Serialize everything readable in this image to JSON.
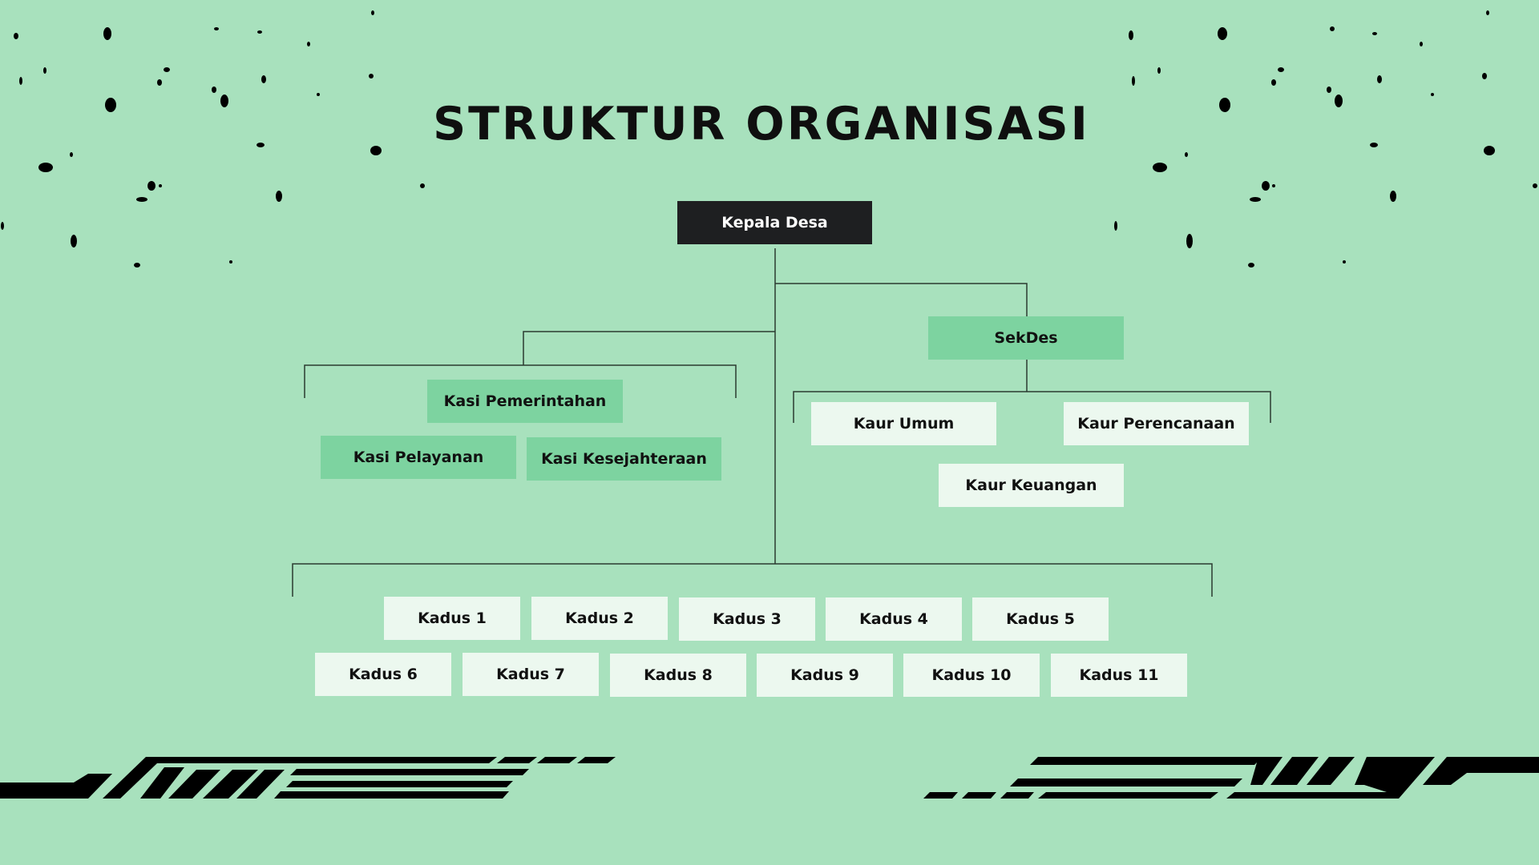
{
  "title": "STRUKTUR ORGANISASI",
  "colors": {
    "background": "#a8e1bd",
    "head_box": "#1e1f21",
    "section_box": "#7dd3a0",
    "staff_box": "#ecf8ef",
    "lines": "#2a3a30",
    "decoration": "#000000"
  },
  "org": {
    "head": "Kepala Desa",
    "secretary": "SekDes",
    "kasi": {
      "pemerintahan": "Kasi Pemerintahan",
      "pelayanan": "Kasi Pelayanan",
      "kesejahteraan": "Kasi Kesejahteraan"
    },
    "kaur": {
      "umum": "Kaur Umum",
      "perencanaan": "Kaur Perencanaan",
      "keuangan": "Kaur Keuangan"
    },
    "kadus": [
      "Kadus 1",
      "Kadus 2",
      "Kadus 3",
      "Kadus 4",
      "Kadus 5",
      "Kadus 6",
      "Kadus 7",
      "Kadus 8",
      "Kadus 9",
      "Kadus 10",
      "Kadus 11"
    ]
  }
}
